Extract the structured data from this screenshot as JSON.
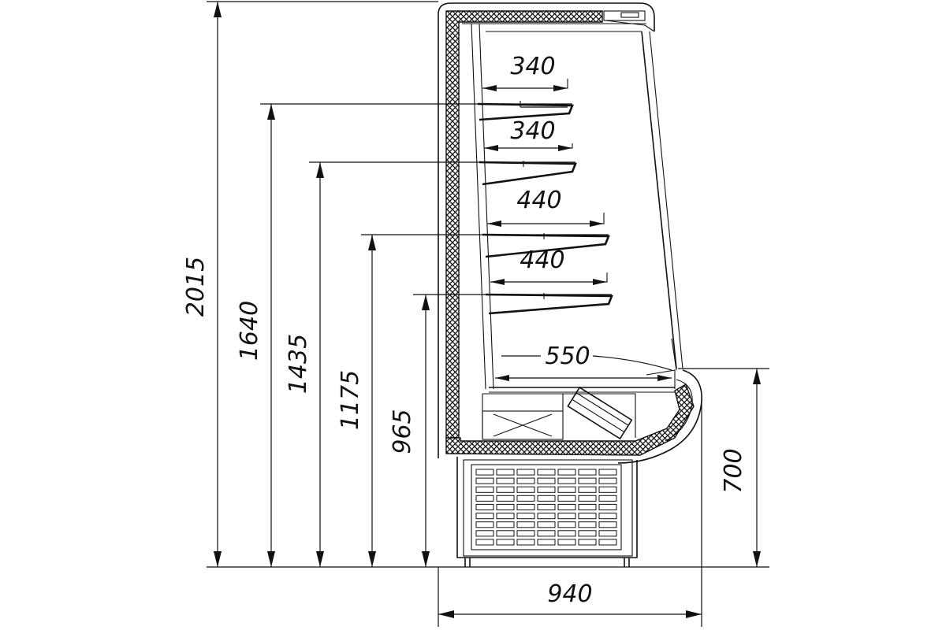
{
  "drawing": {
    "units": "mm",
    "heights": {
      "overall": "2015",
      "top_shelf": "1640",
      "second_shelf": "1435",
      "third_shelf": "1175",
      "fourth_shelf": "965",
      "base": "700"
    },
    "depths": {
      "shelf_1": "340",
      "shelf_2": "340",
      "shelf_3": "440",
      "shelf_4": "440",
      "bottom_deck": "550",
      "overall": "940"
    }
  }
}
